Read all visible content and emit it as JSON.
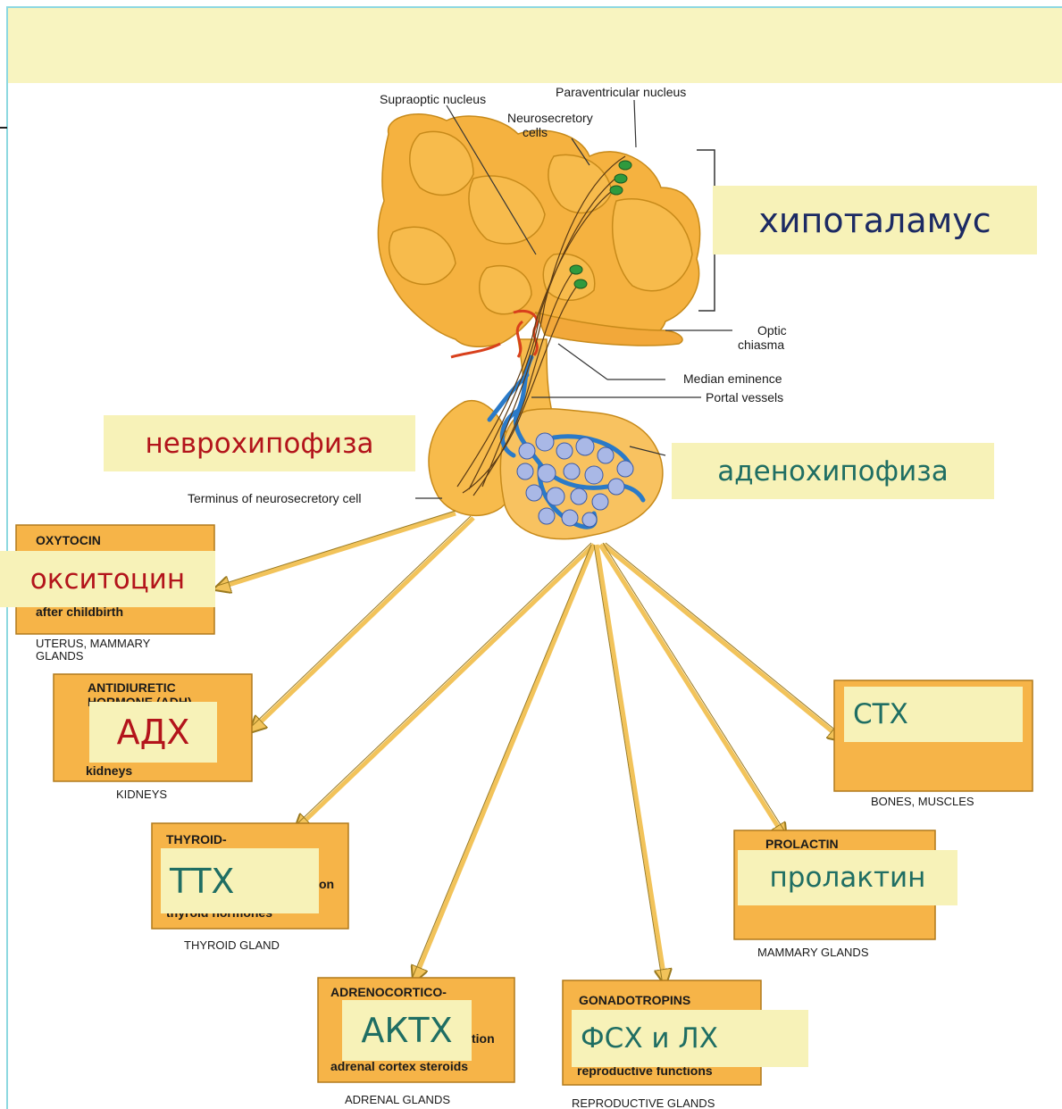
{
  "labels": {
    "supraoptic": "Supraoptic nucleus",
    "paraventricular": "Paraventricular nucleus",
    "neurosecretory_1": "Neurosecretory",
    "neurosecretory_2": "cells",
    "optic_1": "Optic",
    "optic_2": "chiasma",
    "median": "Median eminence",
    "portal": "Portal vessels",
    "terminus": "Terminus of neurosecretory cell"
  },
  "overlays": {
    "hypothalamus": "хипоталамус",
    "neurohypophysis": "неврохипофиза",
    "adenohypophysis": "аденохипофиза",
    "oxytocin": "окситоцин",
    "adh": "АДХ",
    "tth": "ТТХ",
    "akth": "АКТХ",
    "fsh_lh": "ФСХ и ЛХ",
    "prolactin": "пролактин",
    "sth": "СТХ"
  },
  "boxes": {
    "oxytocin": {
      "title": "OXYTOCIN",
      "text": "after childbirth",
      "caption_1": "UTERUS, MAMMARY",
      "caption_2": "GLANDS"
    },
    "adh": {
      "title_1": "ANTIDIURETIC",
      "title_2": "HORMONE (ADH)",
      "text": "kidneys",
      "caption": "KIDNEYS"
    },
    "thyroid": {
      "title": "THYROID-",
      "frag": "on",
      "text": "thyroid hormones",
      "caption": "THYROID GLAND"
    },
    "adrenal": {
      "title": "ADRENOCORTICO-",
      "frag": "tion",
      "text": "adrenal cortex steroids",
      "caption": "ADRENAL GLANDS"
    },
    "gonado": {
      "title": "GONADOTROPINS",
      "text": "reproductive functions",
      "caption": "REPRODUCTIVE GLANDS"
    },
    "prolactin": {
      "title": "PROLACTIN",
      "caption": "MAMMARY GLANDS"
    },
    "growth": {
      "caption": "BONES, MUSCLES"
    }
  }
}
